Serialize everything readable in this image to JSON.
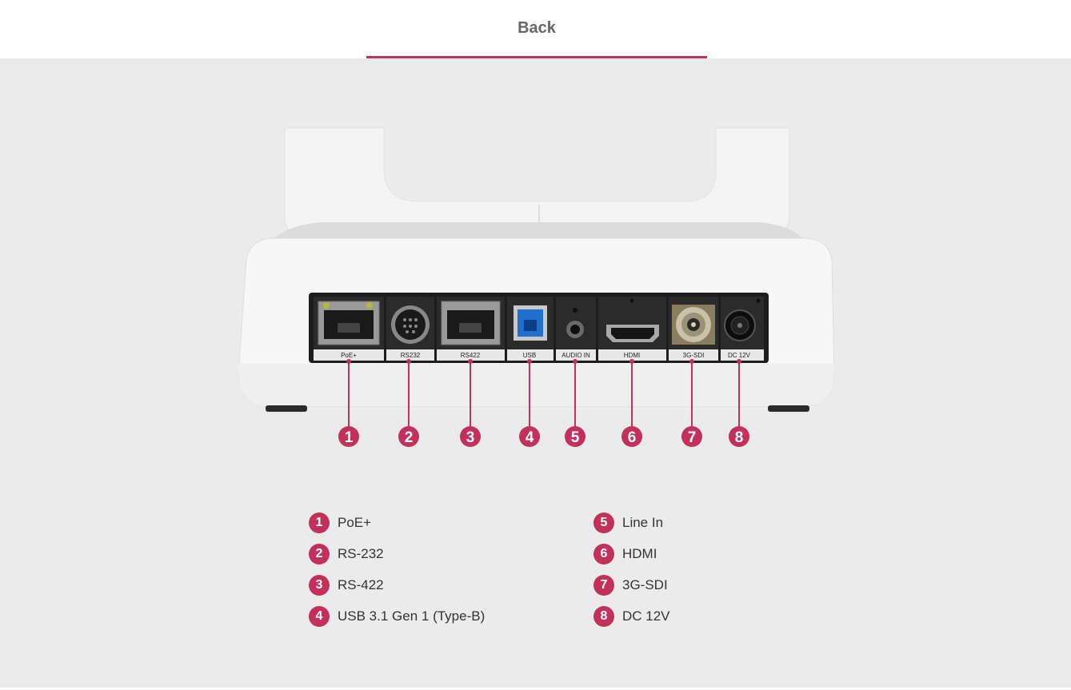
{
  "tabs": {
    "back_label": "Back"
  },
  "ports": [
    {
      "number": "1",
      "label": "PoE+"
    },
    {
      "number": "2",
      "label": "RS232"
    },
    {
      "number": "3",
      "label": "RS422"
    },
    {
      "number": "4",
      "label": "USB"
    },
    {
      "number": "5",
      "label": "AUDIO IN"
    },
    {
      "number": "6",
      "label": "HDMI"
    },
    {
      "number": "7",
      "label": "3G-SDI"
    },
    {
      "number": "8",
      "label": "DC 12V"
    }
  ],
  "legend": [
    {
      "number": "1",
      "text": "PoE+"
    },
    {
      "number": "2",
      "text": "RS-232"
    },
    {
      "number": "3",
      "text": "RS-422"
    },
    {
      "number": "4",
      "text": "USB 3.1 Gen 1 (Type-B)"
    },
    {
      "number": "5",
      "text": "Line In"
    },
    {
      "number": "6",
      "text": "HDMI"
    },
    {
      "number": "7",
      "text": "3G-SDI"
    },
    {
      "number": "8",
      "text": "DC 12V"
    }
  ],
  "colors": {
    "accent": "#c2315a",
    "stage_background": "#ebebeb",
    "tab_text": "#666666",
    "legend_text": "#333333"
  }
}
